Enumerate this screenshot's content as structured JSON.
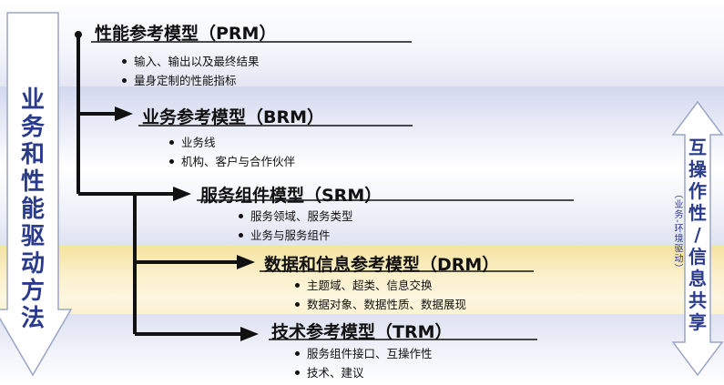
{
  "left_label": [
    "业",
    "务",
    "和",
    "性",
    "能",
    "驱",
    "动",
    "方",
    "法"
  ],
  "right_label": [
    "互",
    "操",
    "作",
    "性",
    "/",
    "信",
    "息",
    "共",
    "享"
  ],
  "right_sub": "（业务-环境驱动）",
  "models": [
    {
      "title": "性能参考模型（PRM）",
      "bullets": [
        "输入、输出以及最终结果",
        "量身定制的性能指标"
      ]
    },
    {
      "title": "业务参考模型（BRM）",
      "bullets": [
        "业务线",
        "机构、客户与合作伙伴"
      ]
    },
    {
      "title": "服务组件模型（SRM）",
      "bullets": [
        "服务领域、服务类型",
        "业务与服务组件"
      ]
    },
    {
      "title": "数据和信息参考模型（DRM）",
      "bullets": [
        "主题域、超类、信息交换",
        "数据对象、数据性质、数据展现"
      ]
    },
    {
      "title": "技术参考模型（TRM）",
      "bullets": [
        "服务组件接口、互操作性",
        "技术、建议"
      ]
    }
  ],
  "colors": {
    "text": "#111111",
    "side_label": "#2a3a8c",
    "band_highlight": "#f5e3a0",
    "band_blue": "#d3d8ef"
  }
}
